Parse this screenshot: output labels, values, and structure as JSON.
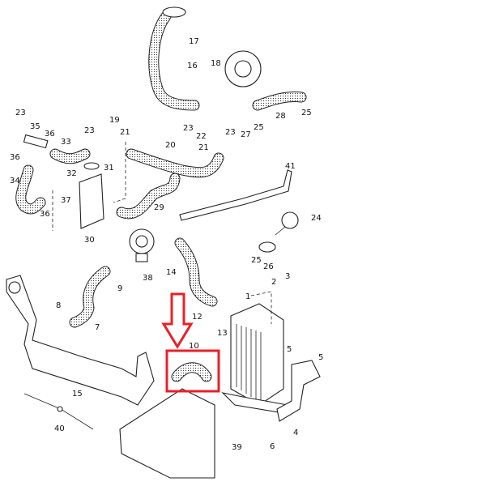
{
  "diagram": {
    "title": "Intercooler and charge air hose parts diagram",
    "highlight_color": "#e8202a",
    "highlighted_part": "10",
    "callouts": [
      "17",
      "16",
      "18",
      "23",
      "35",
      "36",
      "33",
      "23",
      "19",
      "21",
      "23",
      "22",
      "23",
      "25",
      "27",
      "28",
      "25",
      "20",
      "21",
      "36",
      "31",
      "34",
      "32",
      "37",
      "36",
      "30",
      "29",
      "41",
      "24",
      "25",
      "26",
      "38",
      "14",
      "9",
      "2",
      "3",
      "8",
      "7",
      "1",
      "13",
      "12",
      "10",
      "5",
      "5",
      "15",
      "40",
      "39",
      "6",
      "4"
    ]
  }
}
